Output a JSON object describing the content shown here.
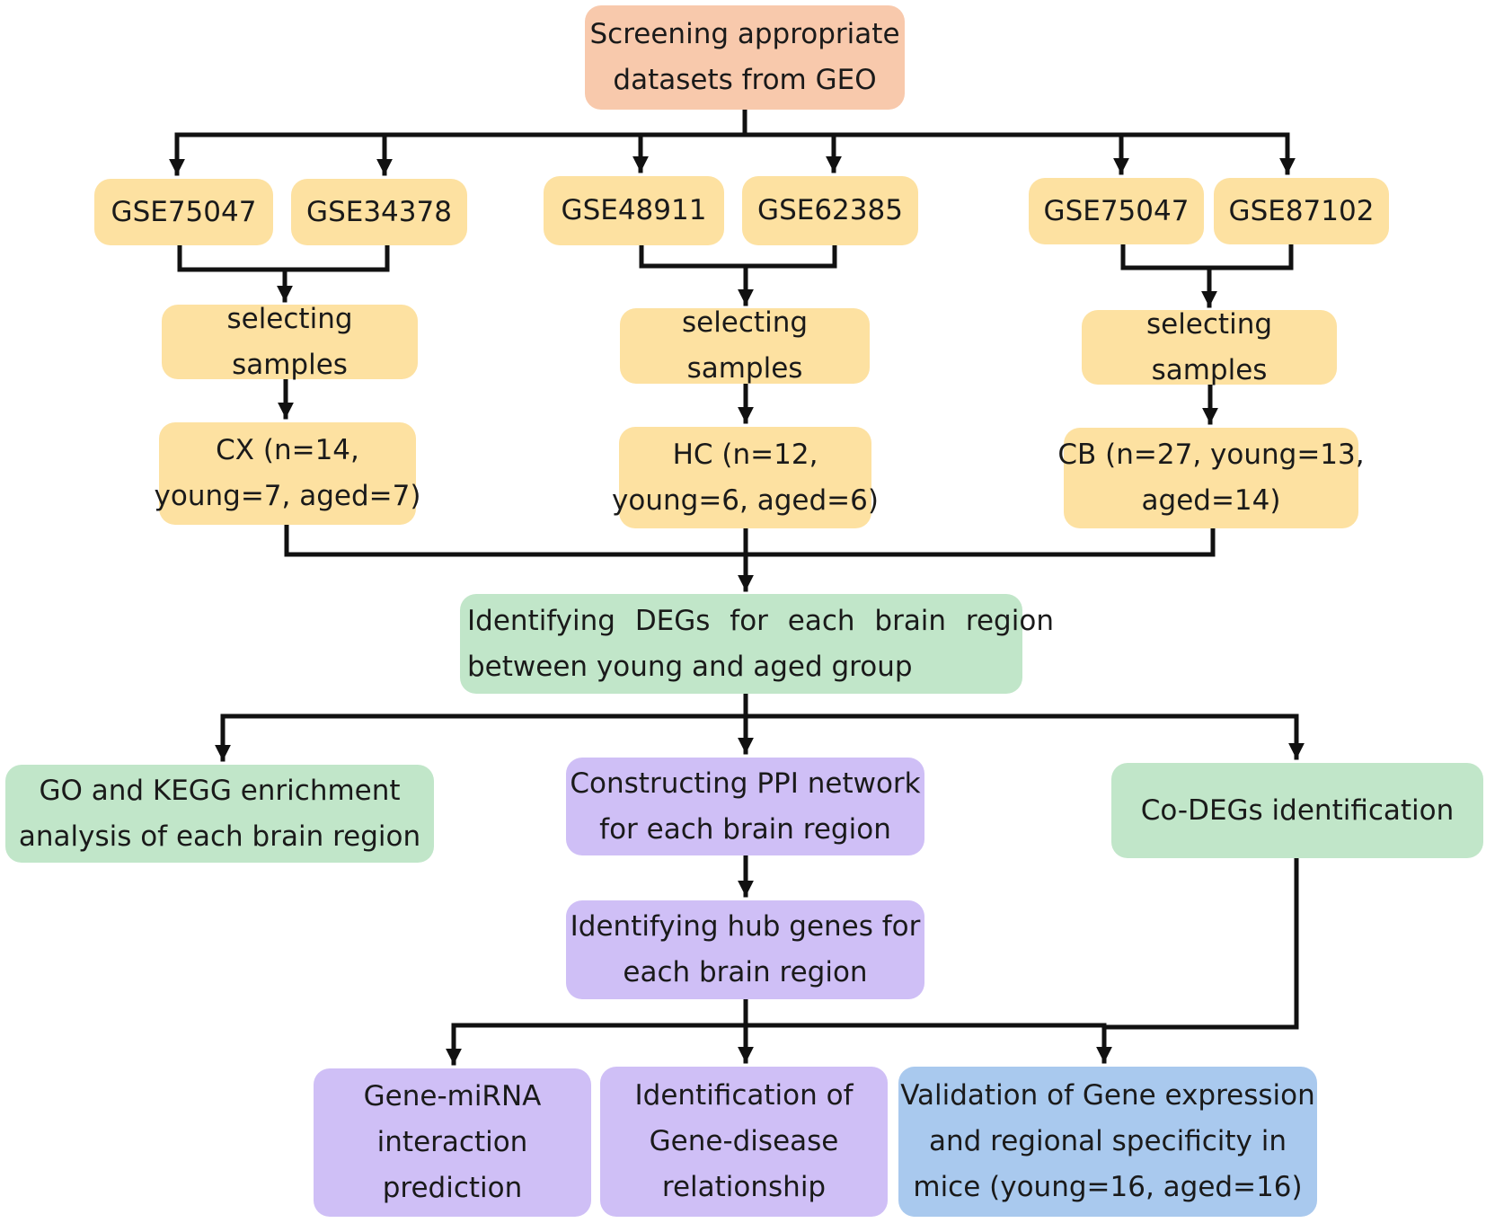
{
  "colors": {
    "source": "#f8c9ac",
    "dataset": "#fde1a1",
    "analysis": "#c1e6c9",
    "network": "#cfbff6",
    "validation": "#a9c9ee",
    "connector": "#111111"
  },
  "nodes": {
    "source": {
      "lines": [
        "Screening appropriate",
        "datasets from GEO"
      ]
    },
    "datasets": {
      "cx_a": {
        "label": "GSE75047"
      },
      "cx_b": {
        "label": "GSE34378"
      },
      "hc_a": {
        "label": "GSE48911"
      },
      "hc_b": {
        "label": "GSE62385"
      },
      "cb_a": {
        "label": "GSE75047"
      },
      "cb_b": {
        "label": "GSE87102"
      }
    },
    "selecting": {
      "cx": {
        "label": "selecting samples"
      },
      "hc": {
        "label": "selecting samples"
      },
      "cb": {
        "label": "selecting samples"
      }
    },
    "regions": {
      "cx": {
        "lines": [
          "CX (n=14,",
          "young=7, aged=7)"
        ]
      },
      "hc": {
        "lines": [
          "HC (n=12,",
          "young=6, aged=6)"
        ]
      },
      "cb": {
        "lines": [
          "CB (n=27, young=13,",
          "aged=14)"
        ]
      }
    },
    "deg": {
      "lines": [
        "Identifying DEGs for each brain region",
        "between young and aged group"
      ]
    },
    "enrichment": {
      "lines": [
        "GO and KEGG enrichment",
        "analysis of each brain region"
      ]
    },
    "ppi": {
      "lines": [
        "Constructing PPI network",
        "for each brain region"
      ]
    },
    "codeg": {
      "label": "Co-DEGs identification"
    },
    "hub": {
      "lines": [
        "Identifying hub genes for",
        "each brain region"
      ]
    },
    "mirna": {
      "lines": [
        "Gene-miRNA",
        "interaction",
        "prediction"
      ]
    },
    "disease": {
      "lines": [
        "Identification of",
        "Gene-disease",
        "relationship"
      ]
    },
    "validation": {
      "lines": [
        "Validation of Gene expression",
        "and regional specificity in",
        "mice (young=16, aged=16)"
      ]
    }
  }
}
